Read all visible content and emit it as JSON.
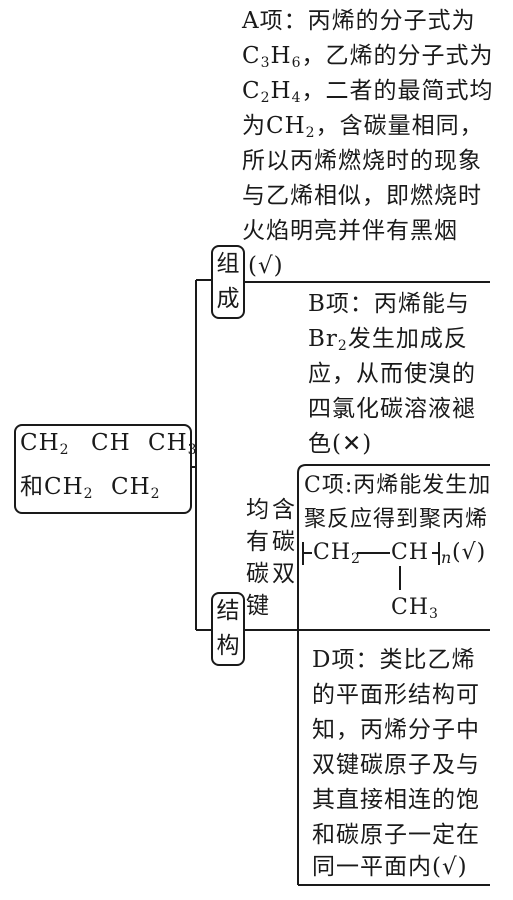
{
  "root": {
    "line1_a": "CH",
    "line1_sub1": "2",
    "line1_b": "CH",
    "line1_c": "CH",
    "line1_sub2": "3",
    "line2_a": "和CH",
    "line2_sub1": "2",
    "line2_b": "CH",
    "line2_sub2": "2"
  },
  "branch_composition": {
    "char1": "组",
    "char2": "成"
  },
  "branch_structure": {
    "char1": "结",
    "char2": "构"
  },
  "double_bond_note": {
    "col1": [
      "均",
      "有",
      "碳",
      "键"
    ],
    "col2": [
      "含",
      "碳",
      "双"
    ]
  },
  "option_a": {
    "l1": "A项：丙烯的分子式为",
    "l2_a": "C",
    "l2_s1": "3",
    "l2_b": "H",
    "l2_s2": "6",
    "l2_c": "，乙烯的分子式为",
    "l3_a": "C",
    "l3_s1": "2",
    "l3_b": "H",
    "l3_s2": "4",
    "l3_c": "，二者的最简式均",
    "l4_a": "为CH",
    "l4_s1": "2",
    "l4_b": "，含碳量相同，",
    "l5": "所以丙烯燃烧时的现象",
    "l6": "与乙烯相似，即燃烧时",
    "l7": "火焰明亮并伴有黑烟",
    "l8": "(√)"
  },
  "option_b": {
    "l1": "B项：丙烯能与",
    "l2_a": "Br",
    "l2_s1": "2",
    "l2_b": "发生加成反",
    "l3": "应，从而使溴的",
    "l4": "四氯化碳溶液褪",
    "l5": "色(✕)"
  },
  "option_c": {
    "l1": "C项:丙烯能发生加",
    "l2": "聚反应得到聚丙烯",
    "poly_a": "CH",
    "poly_s1": "2",
    "poly_b": "CH",
    "poly_n": "n",
    "poly_mark": "(√)",
    "poly_sub_a": "CH",
    "poly_sub_s": "3"
  },
  "option_d": {
    "l1": "D项：类比乙烯",
    "l2": "的平面形结构可",
    "l3": "知，丙烯分子中",
    "l4": "双键碳原子及与",
    "l5": "其直接相连的饱",
    "l6": "和碳原子一定在",
    "l7": "同一平面内(√)"
  }
}
